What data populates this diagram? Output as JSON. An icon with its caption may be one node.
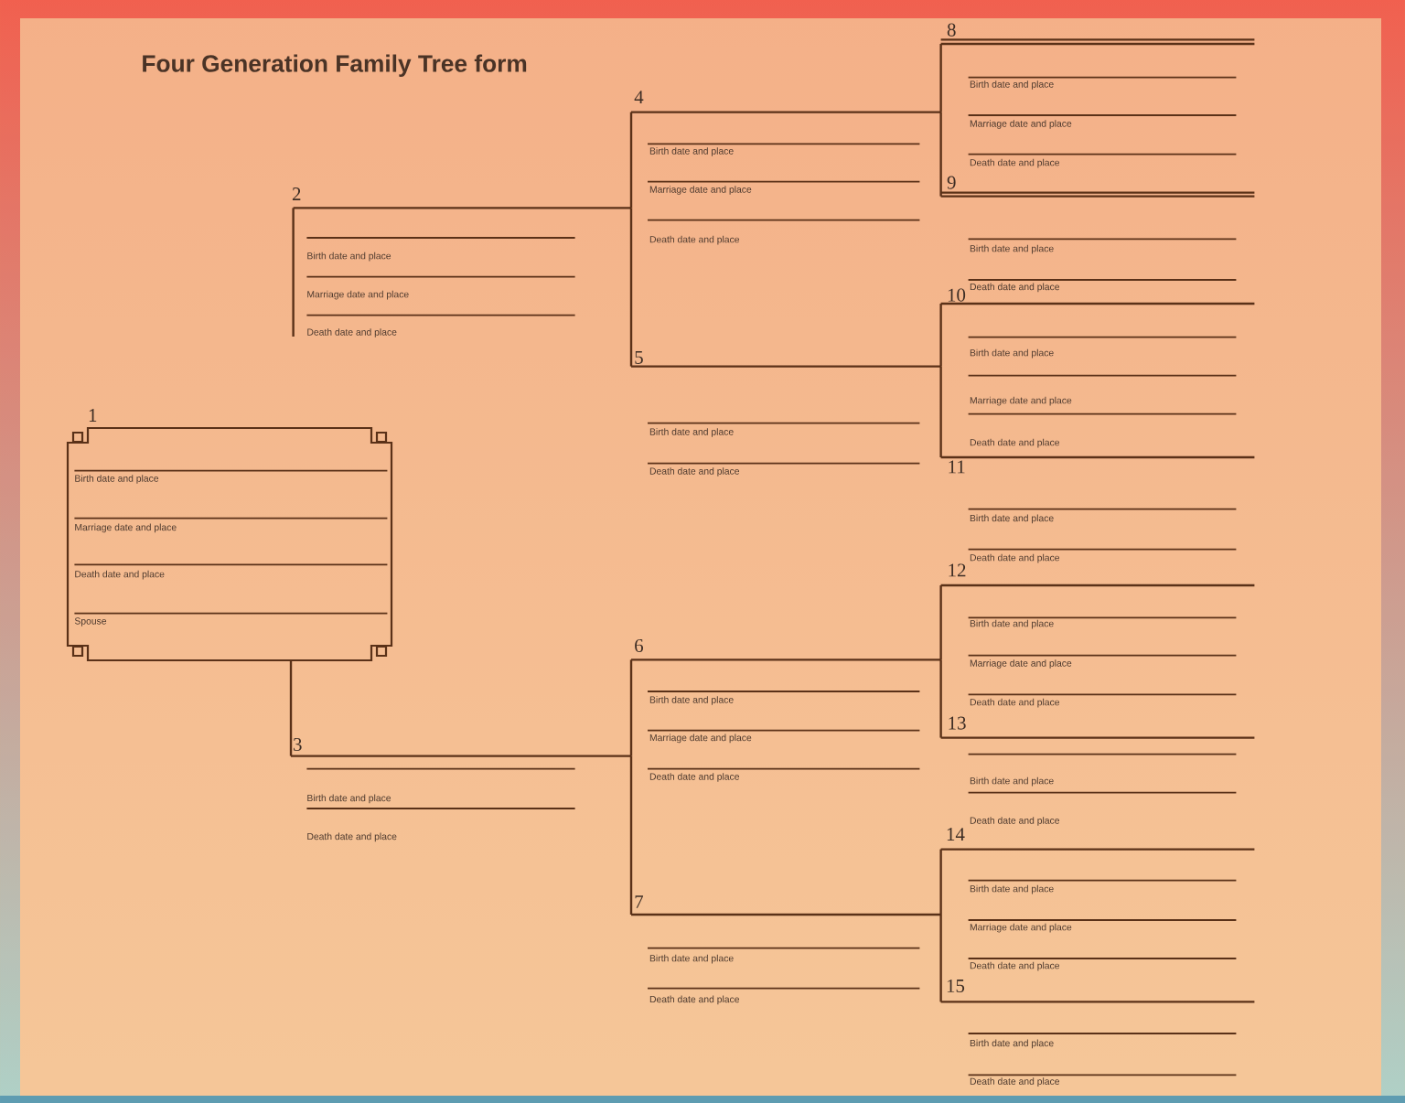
{
  "diagram": {
    "title": "Four Generation Family Tree form",
    "nodes": [
      {
        "text": [
          "1",
          "Birth date and place",
          "Marriage date and place",
          "Death date and place",
          "Spouse"
        ]
      },
      {
        "text": [
          "2",
          "Birth date and place",
          "Marriage date and place",
          "Death date and place"
        ]
      },
      {
        "text": [
          "3",
          "Birth date and place",
          "Death date and place"
        ]
      },
      {
        "text": [
          "4",
          "Birth date and place",
          "Marriage date and place",
          "Death date and place"
        ]
      },
      {
        "text": [
          "5",
          "Birth date and place",
          "Death date and place"
        ]
      },
      {
        "text": [
          "6",
          "Birth date and place",
          "Marriage date and place",
          "Death date and place"
        ]
      },
      {
        "text": [
          "7",
          "Birth date and place",
          "Death date and place"
        ]
      },
      {
        "text": [
          "8",
          "Birth date and place",
          "Marriage date and place",
          "Death date and place"
        ]
      },
      {
        "text": [
          "9",
          "Birth date and place",
          "Death date and place"
        ]
      },
      {
        "text": [
          "10",
          "Birth date and place",
          "Marriage date and place",
          "Death date and place"
        ]
      },
      {
        "text": [
          "11",
          "Birth date and place",
          "Death date and place"
        ]
      },
      {
        "text": [
          "12",
          "Birth date and place",
          "Marriage date and place",
          "Death date and place"
        ]
      },
      {
        "text": [
          "13",
          "Birth date and place",
          "Death date and place"
        ]
      },
      {
        "text": [
          "14",
          "Birth date and place",
          "Marriage date and place",
          "Death date and place"
        ]
      },
      {
        "text": [
          "15",
          "Birth date and place",
          "Death date and place"
        ]
      }
    ],
    "edges": [
      {
        "from": 0,
        "to": 2,
        "arrow": "none"
      },
      {
        "from": null,
        "to": 1,
        "arrow": "none"
      },
      {
        "from": 1,
        "to": 3,
        "arrow": "none"
      },
      {
        "from": 1,
        "to": 4,
        "arrow": "none"
      },
      {
        "from": 2,
        "to": 5,
        "arrow": "none"
      },
      {
        "from": 2,
        "to": 6,
        "arrow": "none"
      },
      {
        "from": 3,
        "to": 7,
        "arrow": "none"
      },
      {
        "from": 3,
        "to": 8,
        "arrow": "none"
      },
      {
        "from": 4,
        "to": 9,
        "arrow": "none"
      },
      {
        "from": 4,
        "to": 10,
        "arrow": "none"
      },
      {
        "from": 5,
        "to": 11,
        "arrow": "none"
      },
      {
        "from": 5,
        "to": 12,
        "arrow": "none"
      },
      {
        "from": 6,
        "to": 13,
        "arrow": "none"
      },
      {
        "from": 6,
        "to": 14,
        "arrow": "none"
      }
    ]
  }
}
